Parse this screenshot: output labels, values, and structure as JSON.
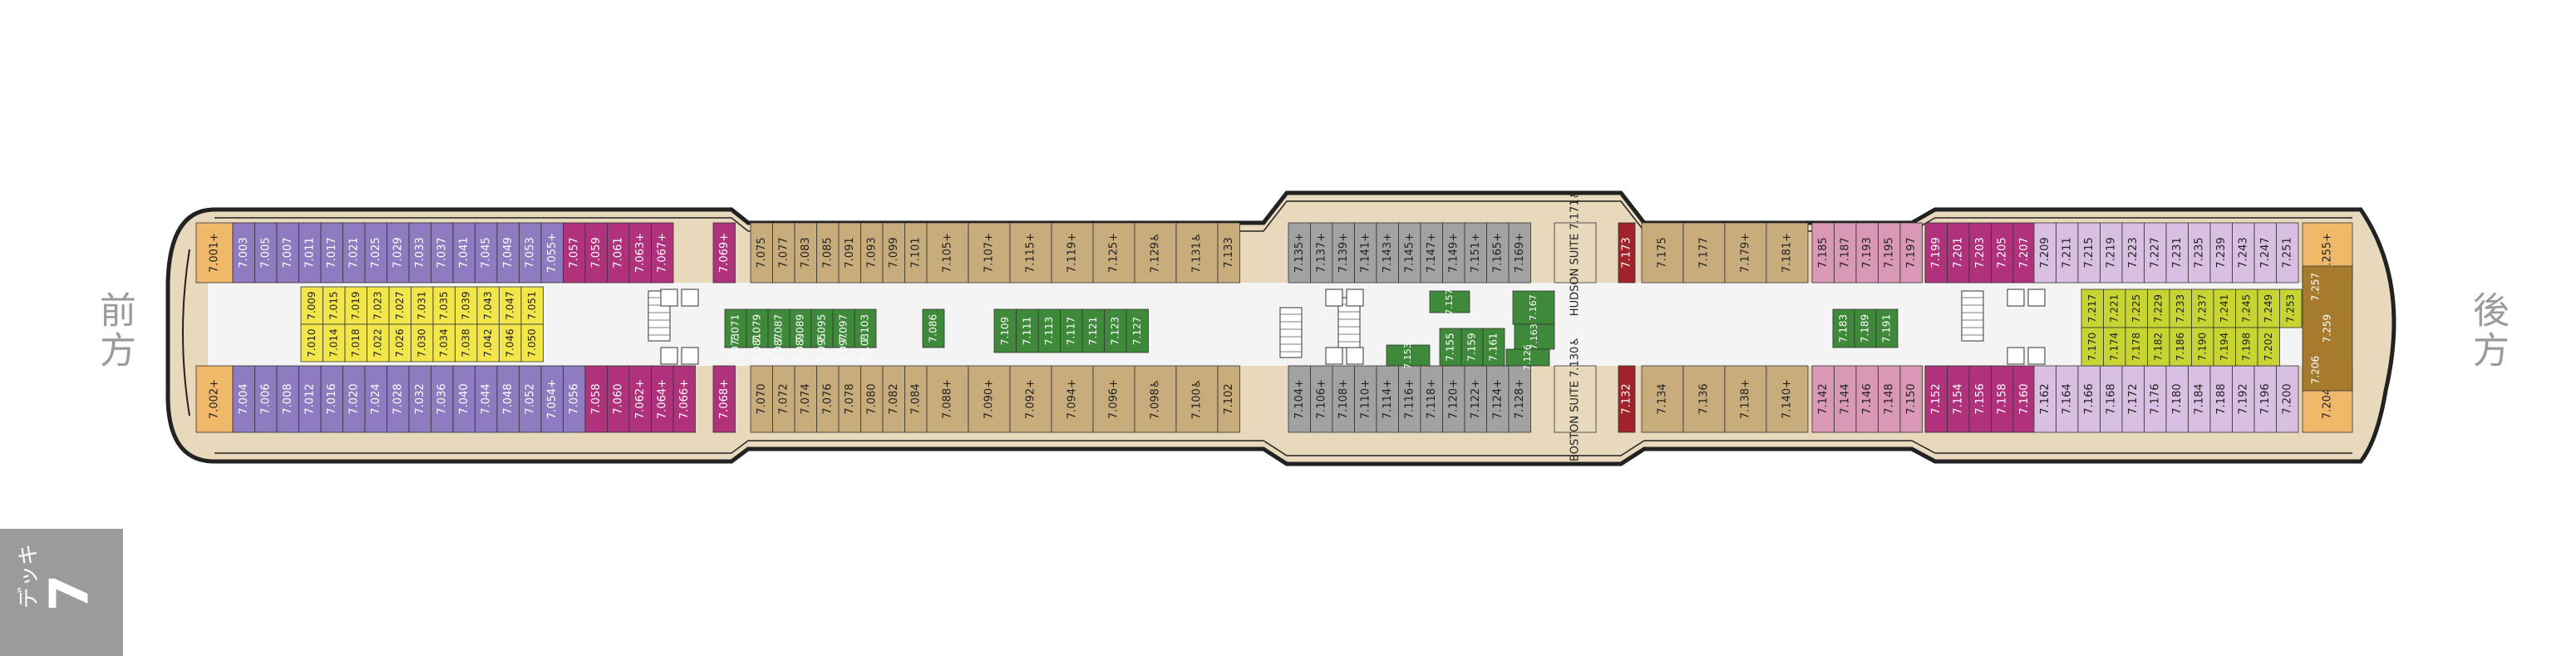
{
  "deck_number": "7",
  "deck_label": "デッキ",
  "direction_fore": "前方",
  "direction_aft": "後方",
  "colors": {
    "purple": "#8f7cc0",
    "yellow": "#f2e64b",
    "magenta": "#b0327c",
    "tan": "#c9ac7c",
    "green": "#3f8a3a",
    "gray": "#a2a2a2",
    "red": "#a0232c",
    "pink": "#d898b6",
    "lavender": "#d9c0e3",
    "lime": "#c7d431",
    "brown": "#a67b2e",
    "orange": "#f0b96a",
    "hull": "#e8d9bd",
    "corridor": "#f4f4f4"
  },
  "cabins_top": [
    {
      "label": "7.001+",
      "c": "orange"
    },
    {
      "label": "7.003",
      "c": "purple"
    },
    {
      "label": "7.005",
      "c": "purple"
    },
    {
      "label": "7.007",
      "c": "purple"
    },
    {
      "label": "7.011",
      "c": "purple"
    },
    {
      "label": "7.017",
      "c": "purple"
    },
    {
      "label": "7.021",
      "c": "purple"
    },
    {
      "label": "7.025",
      "c": "purple"
    },
    {
      "label": "7.029",
      "c": "purple"
    },
    {
      "label": "7.033",
      "c": "purple"
    },
    {
      "label": "7.037",
      "c": "purple"
    },
    {
      "label": "7.041",
      "c": "purple"
    },
    {
      "label": "7.045",
      "c": "purple"
    },
    {
      "label": "7.049",
      "c": "purple"
    },
    {
      "label": "7.053",
      "c": "purple"
    },
    {
      "label": "7.055+",
      "c": "purple"
    },
    {
      "label": "7.057",
      "c": "magenta"
    },
    {
      "label": "7.059",
      "c": "magenta"
    },
    {
      "label": "7.061",
      "c": "magenta"
    },
    {
      "label": "7.063+",
      "c": "magenta"
    },
    {
      "label": "7.067+",
      "c": "magenta"
    },
    {
      "label": "7.069+",
      "c": "magenta"
    },
    {
      "label": "7.075",
      "c": "tan"
    },
    {
      "label": "7.077",
      "c": "tan"
    },
    {
      "label": "7.083",
      "c": "tan"
    },
    {
      "label": "7.085",
      "c": "tan"
    },
    {
      "label": "7.091",
      "c": "tan"
    },
    {
      "label": "7.093",
      "c": "tan"
    },
    {
      "label": "7.099",
      "c": "tan"
    },
    {
      "label": "7.101",
      "c": "tan"
    },
    {
      "label": "7.105+",
      "c": "tan"
    },
    {
      "label": "7.107+",
      "c": "tan"
    },
    {
      "label": "7.115+",
      "c": "tan"
    },
    {
      "label": "7.119+",
      "c": "tan"
    },
    {
      "label": "7.125+",
      "c": "tan"
    },
    {
      "label": "7.129♿",
      "c": "tan"
    },
    {
      "label": "7.131♿",
      "c": "tan"
    },
    {
      "label": "7.133",
      "c": "tan"
    },
    {
      "label": "7.135+",
      "c": "gray"
    },
    {
      "label": "7.137+",
      "c": "gray"
    },
    {
      "label": "7.139+",
      "c": "gray"
    },
    {
      "label": "7.141+",
      "c": "gray"
    },
    {
      "label": "7.143+",
      "c": "gray"
    },
    {
      "label": "7.145+",
      "c": "gray"
    },
    {
      "label": "7.147+",
      "c": "gray"
    },
    {
      "label": "7.149+",
      "c": "gray"
    },
    {
      "label": "7.151+",
      "c": "gray"
    },
    {
      "label": "7.165+",
      "c": "gray"
    },
    {
      "label": "7.169+",
      "c": "gray"
    },
    {
      "label": "HUDSON SUITE 7.171♿",
      "c": "hull"
    },
    {
      "label": "7.173",
      "c": "red"
    },
    {
      "label": "7.175",
      "c": "tan"
    },
    {
      "label": "7.177",
      "c": "tan"
    },
    {
      "label": "7.179+",
      "c": "tan"
    },
    {
      "label": "7.181+",
      "c": "tan"
    },
    {
      "label": "7.185",
      "c": "pink"
    },
    {
      "label": "7.187",
      "c": "pink"
    },
    {
      "label": "7.193",
      "c": "pink"
    },
    {
      "label": "7.195",
      "c": "pink"
    },
    {
      "label": "7.197",
      "c": "pink"
    },
    {
      "label": "7.199",
      "c": "magenta"
    },
    {
      "label": "7.201",
      "c": "magenta"
    },
    {
      "label": "7.203",
      "c": "magenta"
    },
    {
      "label": "7.205",
      "c": "magenta"
    },
    {
      "label": "7.207",
      "c": "magenta"
    },
    {
      "label": "7.209",
      "c": "lavender"
    },
    {
      "label": "7.211",
      "c": "lavender"
    },
    {
      "label": "7.215",
      "c": "lavender"
    },
    {
      "label": "7.219",
      "c": "lavender"
    },
    {
      "label": "7.223",
      "c": "lavender"
    },
    {
      "label": "7.227",
      "c": "lavender"
    },
    {
      "label": "7.231",
      "c": "lavender"
    },
    {
      "label": "7.235",
      "c": "lavender"
    },
    {
      "label": "7.239",
      "c": "lavender"
    },
    {
      "label": "7.243",
      "c": "lavender"
    },
    {
      "label": "7.247",
      "c": "lavender"
    },
    {
      "label": "7.251",
      "c": "lavender"
    },
    {
      "label": "7.255+",
      "c": "orange"
    }
  ],
  "cabins_bottom": [
    {
      "label": "7.002+",
      "c": "orange"
    },
    {
      "label": "7.004",
      "c": "purple"
    },
    {
      "label": "7.006",
      "c": "purple"
    },
    {
      "label": "7.008",
      "c": "purple"
    },
    {
      "label": "7.012",
      "c": "purple"
    },
    {
      "label": "7.016",
      "c": "purple"
    },
    {
      "label": "7.020",
      "c": "purple"
    },
    {
      "label": "7.024",
      "c": "purple"
    },
    {
      "label": "7.028",
      "c": "purple"
    },
    {
      "label": "7.032",
      "c": "purple"
    },
    {
      "label": "7.036",
      "c": "purple"
    },
    {
      "label": "7.040",
      "c": "purple"
    },
    {
      "label": "7.044",
      "c": "purple"
    },
    {
      "label": "7.048",
      "c": "purple"
    },
    {
      "label": "7.052",
      "c": "purple"
    },
    {
      "label": "7.054+",
      "c": "purple"
    },
    {
      "label": "7.056",
      "c": "purple"
    },
    {
      "label": "7.058",
      "c": "magenta"
    },
    {
      "label": "7.060",
      "c": "magenta"
    },
    {
      "label": "7.062+",
      "c": "magenta"
    },
    {
      "label": "7.064+",
      "c": "magenta"
    },
    {
      "label": "7.066+",
      "c": "magenta"
    },
    {
      "label": "7.068+",
      "c": "magenta"
    },
    {
      "label": "7.070",
      "c": "tan"
    },
    {
      "label": "7.072",
      "c": "tan"
    },
    {
      "label": "7.074",
      "c": "tan"
    },
    {
      "label": "7.076",
      "c": "tan"
    },
    {
      "label": "7.078",
      "c": "tan"
    },
    {
      "label": "7.080",
      "c": "tan"
    },
    {
      "label": "7.082",
      "c": "tan"
    },
    {
      "label": "7.084",
      "c": "tan"
    },
    {
      "label": "7.088+",
      "c": "tan"
    },
    {
      "label": "7.090+",
      "c": "tan"
    },
    {
      "label": "7.092+",
      "c": "tan"
    },
    {
      "label": "7.094+",
      "c": "tan"
    },
    {
      "label": "7.096+",
      "c": "tan"
    },
    {
      "label": "7.098♿",
      "c": "tan"
    },
    {
      "label": "7.100♿",
      "c": "tan"
    },
    {
      "label": "7.102",
      "c": "tan"
    },
    {
      "label": "7.104+",
      "c": "gray"
    },
    {
      "label": "7.106+",
      "c": "gray"
    },
    {
      "label": "7.108+",
      "c": "gray"
    },
    {
      "label": "7.110+",
      "c": "gray"
    },
    {
      "label": "7.114+",
      "c": "gray"
    },
    {
      "label": "7.116+",
      "c": "gray"
    },
    {
      "label": "7.118+",
      "c": "gray"
    },
    {
      "label": "7.120+",
      "c": "gray"
    },
    {
      "label": "7.122+",
      "c": "gray"
    },
    {
      "label": "7.124+",
      "c": "gray"
    },
    {
      "label": "7.128+",
      "c": "gray"
    },
    {
      "label": "BOSTON SUITE 7.130♿",
      "c": "hull"
    },
    {
      "label": "7.132",
      "c": "red"
    },
    {
      "label": "7.134",
      "c": "tan"
    },
    {
      "label": "7.136",
      "c": "tan"
    },
    {
      "label": "7.138+",
      "c": "tan"
    },
    {
      "label": "7.140+",
      "c": "tan"
    },
    {
      "label": "7.142",
      "c": "pink"
    },
    {
      "label": "7.144",
      "c": "pink"
    },
    {
      "label": "7.146",
      "c": "pink"
    },
    {
      "label": "7.148",
      "c": "pink"
    },
    {
      "label": "7.150",
      "c": "pink"
    },
    {
      "label": "7.152",
      "c": "magenta"
    },
    {
      "label": "7.154",
      "c": "magenta"
    },
    {
      "label": "7.156",
      "c": "magenta"
    },
    {
      "label": "7.158",
      "c": "magenta"
    },
    {
      "label": "7.160",
      "c": "magenta"
    },
    {
      "label": "7.162",
      "c": "lavender"
    },
    {
      "label": "7.164",
      "c": "lavender"
    },
    {
      "label": "7.166",
      "c": "lavender"
    },
    {
      "label": "7.168",
      "c": "lavender"
    },
    {
      "label": "7.172",
      "c": "lavender"
    },
    {
      "label": "7.176",
      "c": "lavender"
    },
    {
      "label": "7.180",
      "c": "lavender"
    },
    {
      "label": "7.184",
      "c": "lavender"
    },
    {
      "label": "7.188",
      "c": "lavender"
    },
    {
      "label": "7.192",
      "c": "lavender"
    },
    {
      "label": "7.196",
      "c": "lavender"
    },
    {
      "label": "7.200",
      "c": "lavender"
    },
    {
      "label": "7.204+",
      "c": "orange"
    }
  ],
  "cabins_inner_fwd_top": [
    "7.009",
    "7.015",
    "7.019",
    "7.023",
    "7.027",
    "7.031",
    "7.035",
    "7.039",
    "7.043",
    "7.047",
    "7.051"
  ],
  "cabins_inner_fwd_bottom": [
    "7.010",
    "7.014",
    "7.018",
    "7.022",
    "7.026",
    "7.030",
    "7.034",
    "7.038",
    "7.042",
    "7.046",
    "7.050"
  ],
  "cabins_inner_mid_top": [
    "7.071",
    "7.079",
    "7.087",
    "7.089",
    "7.095",
    "7.097",
    "7.103"
  ],
  "cabins_inner_mid_bottom": [
    "7.073",
    "7.081",
    "7.087",
    "7.089",
    "7.095",
    "7.097",
    "7.103",
    "7.086"
  ],
  "cabins_inner_green2": [
    "7.109",
    "7.111",
    "7.113",
    "7.117",
    "7.121",
    "7.123",
    "7.127"
  ],
  "cabins_center_green": [
    "7.157",
    "7.167",
    "7.163",
    "7.153",
    "7.155",
    "7.159",
    "7.161",
    "7.126"
  ],
  "cabins_inner_aft_green": [
    "7.183",
    "7.189",
    "7.191"
  ],
  "cabins_inner_aft_top": [
    "7.217",
    "7.221",
    "7.225",
    "7.229",
    "7.233",
    "7.237",
    "7.241",
    "7.245",
    "7.249",
    "7.253"
  ],
  "cabins_inner_aft_bottom": [
    "7.170",
    "7.174",
    "7.178",
    "7.182",
    "7.186",
    "7.190",
    "7.194",
    "7.198",
    "7.202"
  ],
  "cabins_stern": [
    "7.257",
    "7.259",
    "7.206"
  ]
}
